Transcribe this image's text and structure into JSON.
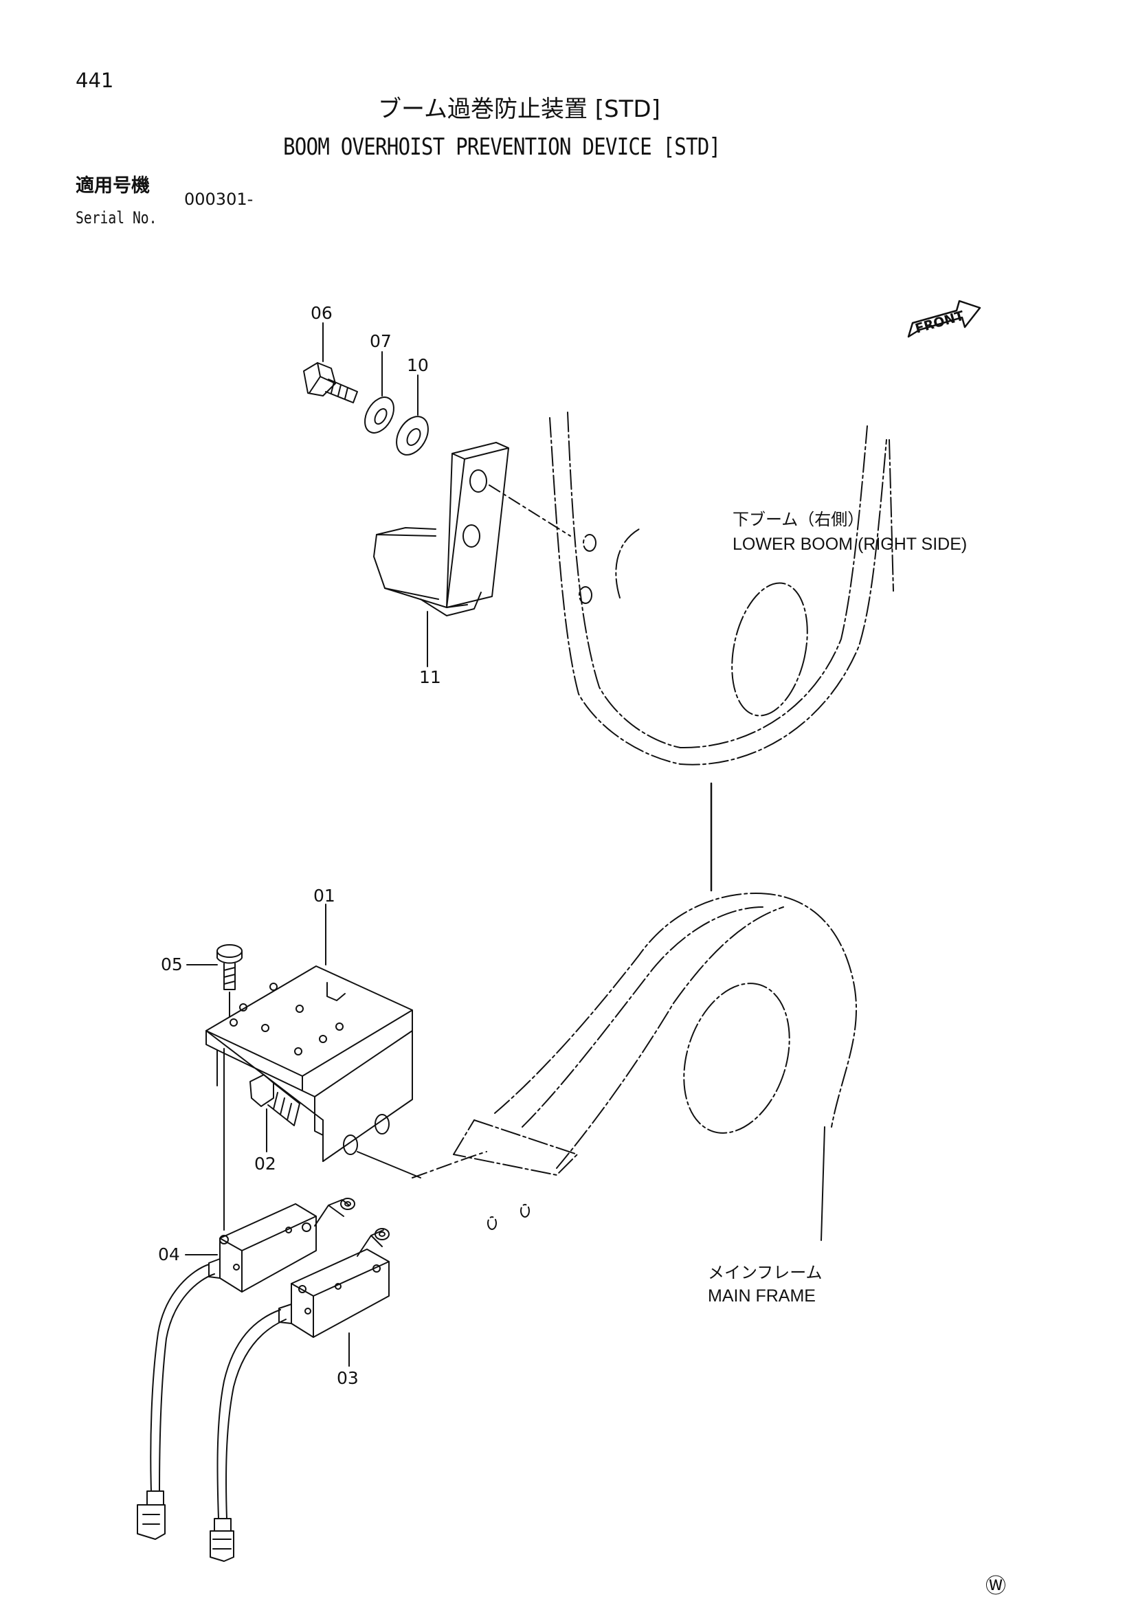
{
  "page": {
    "number": "441",
    "title_jp": "ブーム過巻防止装置 [STD]",
    "title_en": "BOOM OVERHOIST PREVENTION DEVICE [STD]",
    "serial_label_jp": "適用号機",
    "serial_label_en": "Serial No.",
    "serial_value": "000301-",
    "front_marker": "FRONT",
    "footer_mark": "Ⓦ"
  },
  "callouts": {
    "p01": "01",
    "p02": "02",
    "p03": "03",
    "p04": "04",
    "p05": "05",
    "p06": "06",
    "p07": "07",
    "p10": "10",
    "p11": "11"
  },
  "labels": {
    "lower_boom_jp": "下ブーム（右側）",
    "lower_boom_en": "LOWER BOOM (RIGHT SIDE)",
    "main_frame_jp": "メインフレーム",
    "main_frame_en": "MAIN FRAME"
  }
}
